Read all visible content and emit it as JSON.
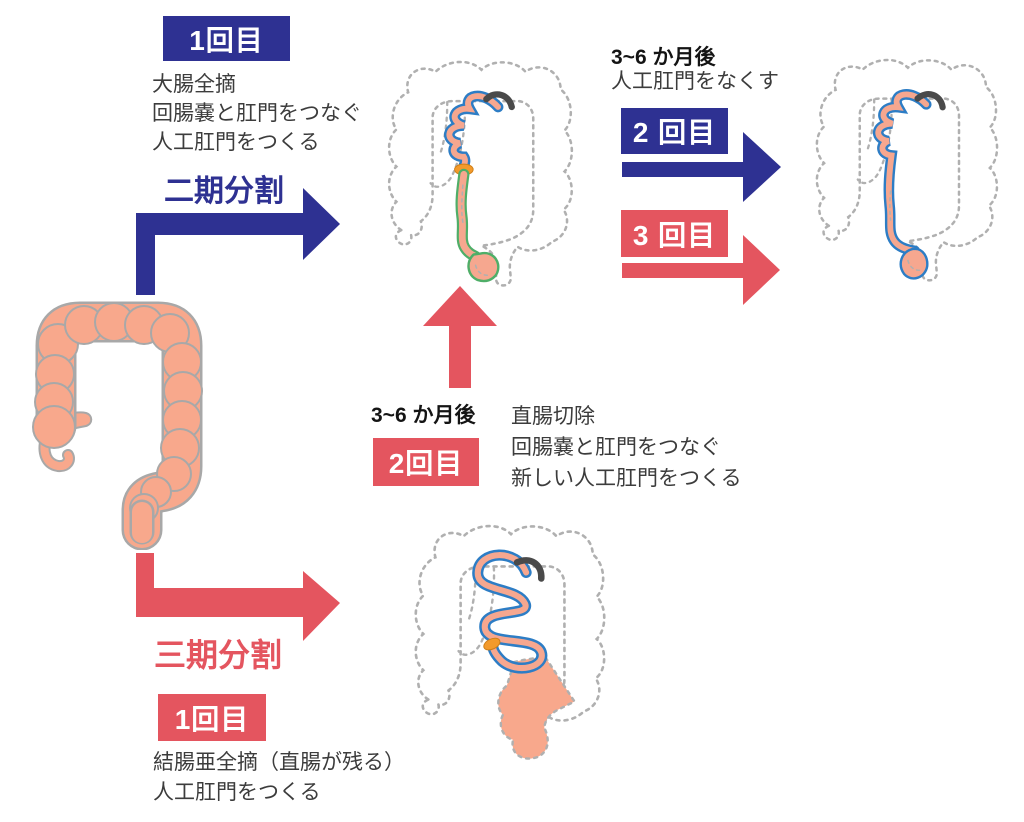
{
  "colors": {
    "blue": "#2e3192",
    "red": "#e4555f",
    "colon_fill": "#f8a88c",
    "colon_outline": "#a8a8a8",
    "tube_outline_blue": "#2d7dc5",
    "tube_outline_green": "#4fae68",
    "stoma_orange": "#f39a2b",
    "stoma_cap_gray": "#4a4a4a",
    "ghost_gray": "#b0b0b0"
  },
  "two_stage": {
    "label": "二期分割",
    "step1_badge": "1回目",
    "step1_lines": [
      "大腸全摘",
      "回腸嚢と肛門をつなぐ",
      "人工肛門をつくる"
    ]
  },
  "three_stage": {
    "label": "三期分割",
    "step1_badge": "1回目",
    "step1_lines": [
      "結腸亜全摘（直腸が残る）",
      "人工肛門をつくる"
    ],
    "step2_heading": "3~6 か月後",
    "step2_badge": "2回目",
    "step2_lines": [
      "直腸切除",
      "回腸嚢と肛門をつなぐ",
      "新しい人工肛門をつくる"
    ]
  },
  "final_step": {
    "heading": "3~6 か月後",
    "sub": "人工肛門をなくす",
    "two_stage_badge": "2 回目",
    "three_stage_badge": "3 回目"
  }
}
